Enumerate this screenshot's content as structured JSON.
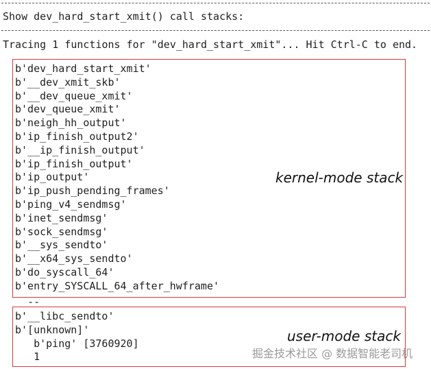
{
  "header": {
    "title_line": "Show dev_hard_start_xmit() call stacks:",
    "tracing_line": "Tracing 1 functions for \"dev_hard_start_xmit\"... Hit Ctrl-C to end."
  },
  "kernel_stack": {
    "annotation": "kernel-mode stack",
    "frames": [
      "b'dev_hard_start_xmit'",
      "b'__dev_xmit_skb'",
      "b'__dev_queue_xmit'",
      "b'dev_queue_xmit'",
      "b'neigh_hh_output'",
      "b'ip_finish_output2'",
      "b'__ip_finish_output'",
      "b'ip_finish_output'",
      "b'ip_output'",
      "b'ip_push_pending_frames'",
      "b'ping_v4_sendmsg'",
      "b'inet_sendmsg'",
      "b'sock_sendmsg'",
      "b'__sys_sendto'",
      "b'__x64_sys_sendto'",
      "b'do_syscall_64'",
      "b'entry_SYSCALL_64_after_hwframe'"
    ]
  },
  "separator": "    --",
  "user_stack": {
    "annotation": "user-mode stack",
    "frames": [
      "b'__libc_sendto'",
      "b'[unknown]'",
      "   b'ping' [3760920]",
      "   1"
    ]
  },
  "watermark": "掘金技术社区 @ 数据智能老司机",
  "colors": {
    "box_border": "#d63a3a",
    "text": "#1f1f1f",
    "watermark": "#9a9a9a"
  }
}
